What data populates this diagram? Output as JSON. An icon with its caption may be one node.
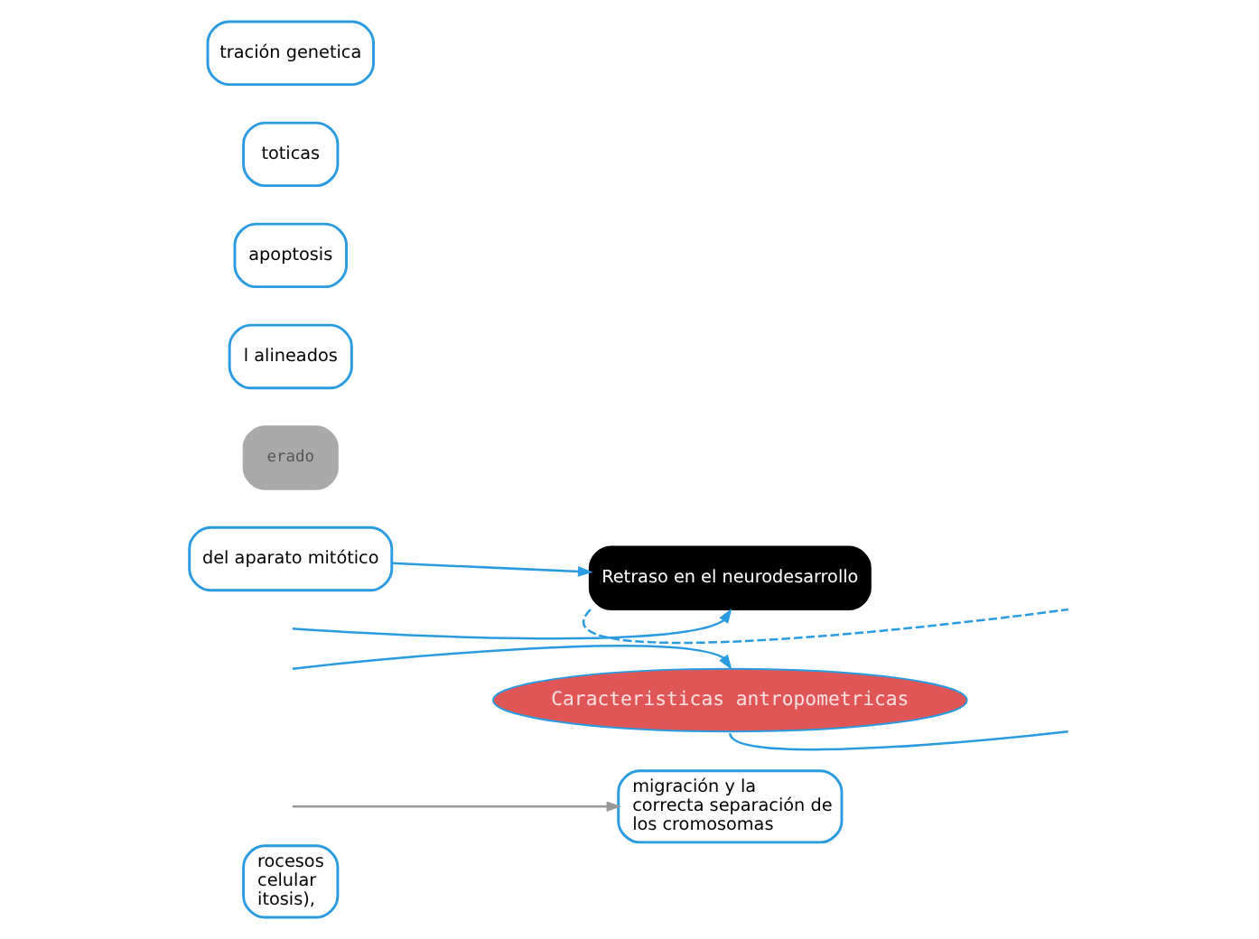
{
  "diagram": {
    "nodes": [
      {
        "text": [
          "rocesos celular itosis),"
        ]
      },
      {
        "text": [
          "migración y la correcta separación de los cromosomas"
        ]
      },
      {
        "text": [
          "Caracteristicas antropometricas"
        ]
      },
      {
        "text": [
          "del aparato mitótico"
        ]
      },
      {
        "text": [
          "erado"
        ]
      },
      {
        "text": [
          "l alineados"
        ]
      },
      {
        "text": [
          "apoptosis"
        ]
      },
      {
        "text": [
          "toticas"
        ]
      },
      {
        "text": [
          "tración genetica"
        ]
      },
      {
        "text": [
          "Retraso en el neurodesarrollo"
        ]
      }
    ],
    "edges": [
      {
        "from": null,
        "to": 1,
        "arrow": "to",
        "color": "#999999"
      },
      {
        "from": null,
        "to": 2,
        "arrow": "to"
      },
      {
        "from": 3,
        "to": 9,
        "arrow": "to"
      },
      {
        "from": 2,
        "to": null,
        "arrow": "none"
      },
      {
        "from": 9,
        "to": null,
        "arrow": "none",
        "style": "dashed"
      },
      {
        "from": null,
        "to": 9,
        "arrow": "to"
      }
    ]
  }
}
